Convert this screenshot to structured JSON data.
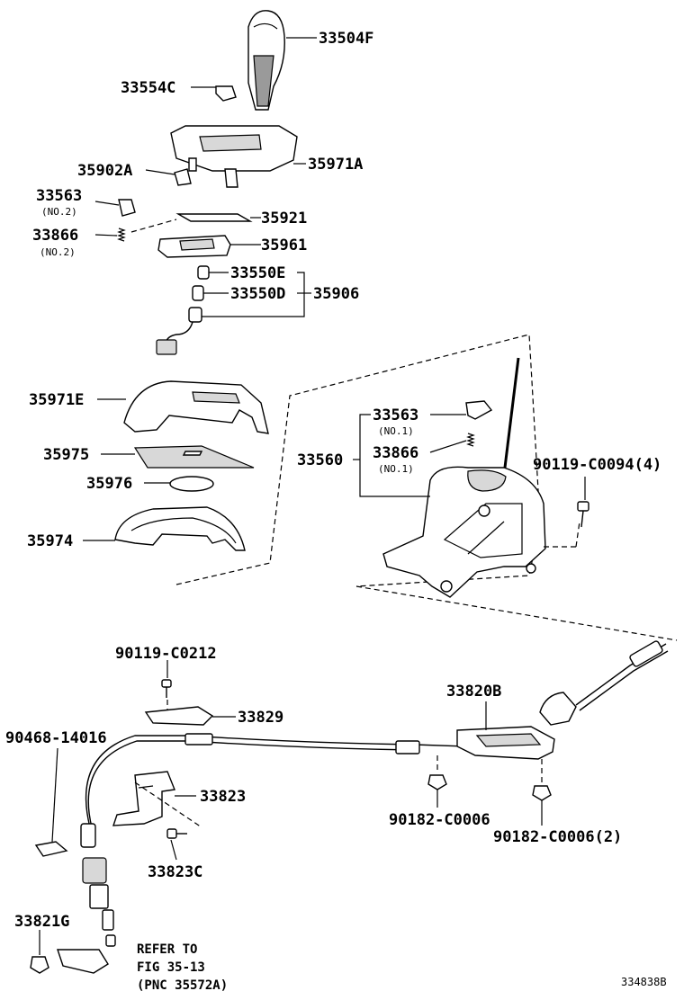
{
  "parts": {
    "p33504F": "33504F",
    "p33554C": "33554C",
    "p35902A": "35902A",
    "p35971A": "35971A",
    "p33563_no2": "33563",
    "no2_a": "(NO.2)",
    "p35921": "35921",
    "p33866_no2": "33866",
    "no2_b": "(NO.2)",
    "p35961": "35961",
    "p33550E": "33550E",
    "p33550D": "33550D",
    "p35906": "35906",
    "p35971E": "35971E",
    "p35975": "35975",
    "p35976": "35976",
    "p35974": "35974",
    "p33563_no1": "33563",
    "no1_a": "(NO.1)",
    "p33866_no1": "33866",
    "no1_b": "(NO.1)",
    "p33560": "33560",
    "p90119_C0094": "90119-C0094(4)",
    "p90119_C0212": "90119-C0212",
    "p33829": "33829",
    "p33820B": "33820B",
    "p90468_14016": "90468-14016",
    "p33823": "33823",
    "p33823C": "33823C",
    "p90182_C0006": "90182-C0006",
    "p90182_C0006_2": "90182-C0006(2)",
    "p33821G": "33821G"
  },
  "note": {
    "line1": "REFER TO",
    "line2": "FIG 35-13",
    "line3": "(PNC 35572A)"
  },
  "illustration_id": "334838B"
}
